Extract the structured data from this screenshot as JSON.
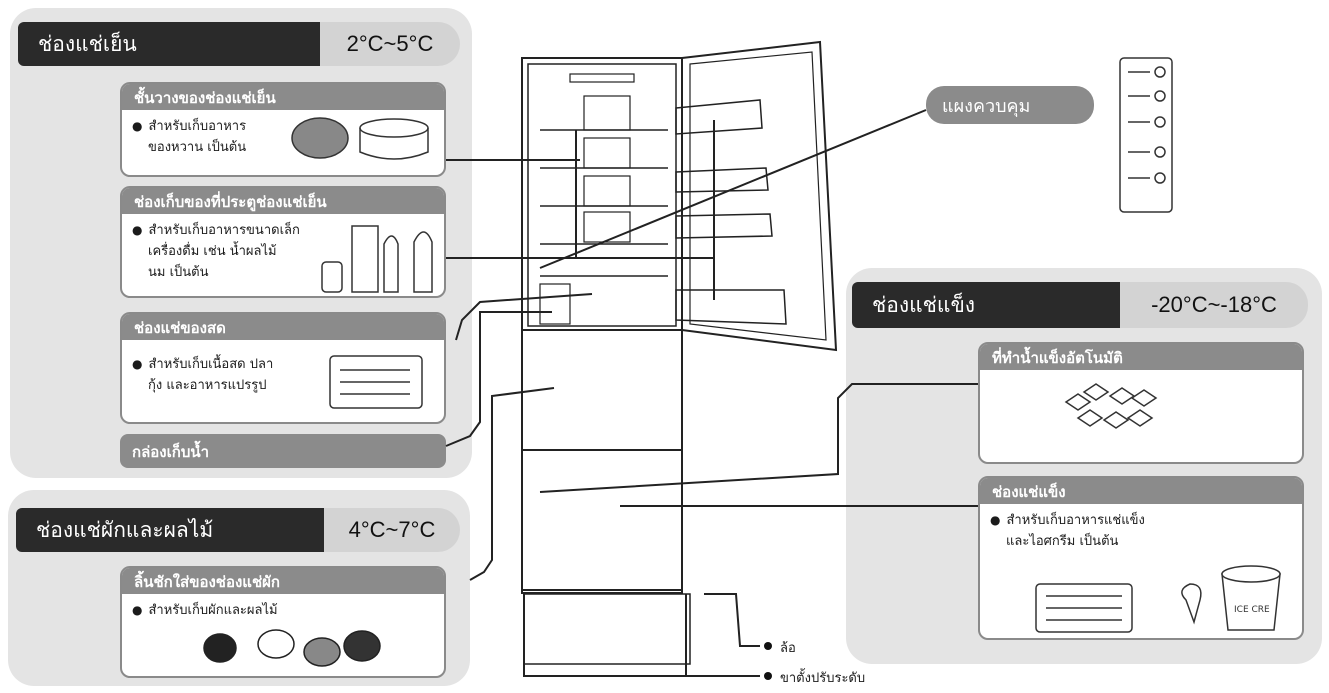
{
  "refrigerator": {
    "title": "ช่องแช่เย็น",
    "temp": "2°C~5°C",
    "shelves": {
      "title": "ชั้นวางของช่องแช่เย็น",
      "desc_line1": "สำหรับเก็บอาหาร",
      "desc_line2": "ของหวาน เป็นต้น"
    },
    "door_pockets": {
      "title": "ช่องเก็บของที่ประตูช่องแช่เย็น",
      "desc_line1": "สำหรับเก็บอาหารขนาดเล็ก",
      "desc_line2": "เครื่องดื่ม เช่น น้ำผลไม้",
      "desc_line3": "นม เป็นต้น"
    },
    "chilled_room": {
      "title": "ช่องแช่ของสด",
      "desc_line1": "สำหรับเก็บเนื้อสด ปลา",
      "desc_line2": "กุ้ง และอาหารแปรรูป"
    },
    "water_box": "กล่องเก็บน้ำ"
  },
  "vegetable": {
    "title": "ช่องแช่ผักและผลไม้",
    "temp": "4°C~7°C",
    "drawer": {
      "title": "ลิ้นชักใส่ของช่องแช่ผัก",
      "desc": "สำหรับเก็บผักและผลไม้"
    }
  },
  "freezer": {
    "title": "ช่องแช่แข็ง",
    "temp": "-20°C~-18°C",
    "icemaker": {
      "title": "ที่ทำน้ำแข็งอัตโนมัติ"
    },
    "compartment": {
      "title": "ช่องแช่แข็ง",
      "desc_line1": "สำหรับเก็บอาหารแช่แข็ง",
      "desc_line2": "และไอศกรีม เป็นต้น"
    }
  },
  "control_panel": "แผงควบคุม",
  "bottom": {
    "wheel": "ล้อ",
    "leveling_foot": "ขาตั้งปรับระดับ"
  },
  "icecream_tub_label": "ICE CRE"
}
